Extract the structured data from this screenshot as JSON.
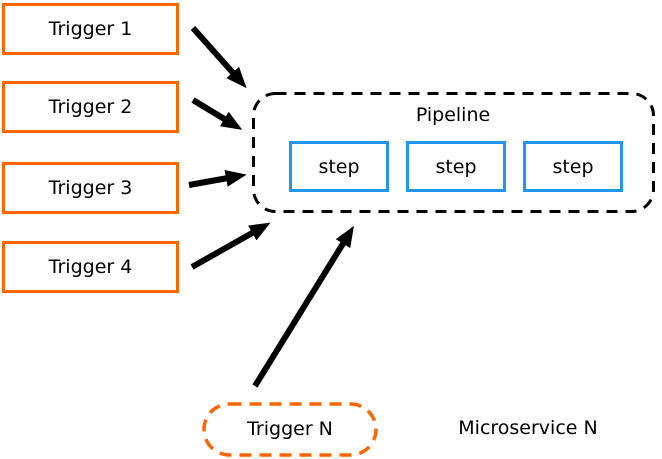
{
  "triggers": [
    {
      "id": "trigger-1",
      "label": "Trigger 1"
    },
    {
      "id": "trigger-2",
      "label": "Trigger 2"
    },
    {
      "id": "trigger-3",
      "label": "Trigger 3"
    },
    {
      "id": "trigger-4",
      "label": "Trigger 4"
    }
  ],
  "trigger_n": {
    "label": "Trigger N"
  },
  "pipeline": {
    "label": "Pipeline",
    "steps": [
      "step",
      "step",
      "step"
    ]
  },
  "caption": {
    "label": "Microservice N"
  },
  "edges": [
    {
      "from": "Trigger 1",
      "to": "Pipeline"
    },
    {
      "from": "Trigger 2",
      "to": "Pipeline"
    },
    {
      "from": "Trigger 3",
      "to": "Pipeline"
    },
    {
      "from": "Trigger 4",
      "to": "Pipeline"
    },
    {
      "from": "Trigger N",
      "to": "Pipeline"
    }
  ],
  "colors": {
    "trigger_border": "#ff6600",
    "step_border": "#2196f3",
    "pipeline_border": "#000000",
    "arrow": "#000000",
    "background": "#ffffff",
    "text": "#000000"
  }
}
